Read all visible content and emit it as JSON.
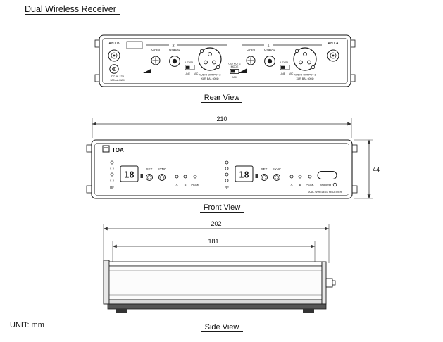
{
  "meta": {
    "title": "Dual Wireless Receiver",
    "unit_note": "UNIT: mm",
    "colors": {
      "ink": "#1a1a1a",
      "background": "#ffffff"
    }
  },
  "rear_view": {
    "caption": "Rear View",
    "ant_b": "ANT B",
    "ant_a": "ANT A",
    "dc": {
      "line1": "DC IN 12V",
      "line2": "500mA MAX"
    },
    "ch2": {
      "number": "2",
      "gain": "GAIN",
      "unbal": "UNBAL",
      "level": "LEVEL",
      "line": "LINE",
      "mic": "MIC",
      "output_label1": "AUDIO OUTPUT 2",
      "output_label2": "XLR BAL 600Ω"
    },
    "mode": {
      "line1": "OUTPUT 2",
      "line2": "MODE",
      "mix": "MIX"
    },
    "ch1": {
      "number": "1",
      "gain": "GAIN",
      "unbal": "UNBAL",
      "level": "LEVEL",
      "line": "LINE",
      "mic": "MIC",
      "output_label1": "AUDIO OUTPUT 1",
      "output_label2": "XLR BAL 600Ω"
    }
  },
  "front_view": {
    "caption": "Front View",
    "dim_width": "210",
    "dim_height": "44",
    "brand": "TOA",
    "power": "POWER",
    "product": "DUAL WIRELESS RECEIVER",
    "ch_left": {
      "rf": "RF",
      "display": "18",
      "set": "SET",
      "sync": "SYNC",
      "a": "A",
      "b": "B",
      "peak": "PEAK"
    },
    "ch_right": {
      "rf": "RF",
      "display": "18",
      "set": "SET",
      "sync": "SYNC",
      "a": "A",
      "b": "B",
      "peak": "PEAK"
    }
  },
  "side_view": {
    "caption": "Side View",
    "dim_outer": "202",
    "dim_inner": "181"
  }
}
